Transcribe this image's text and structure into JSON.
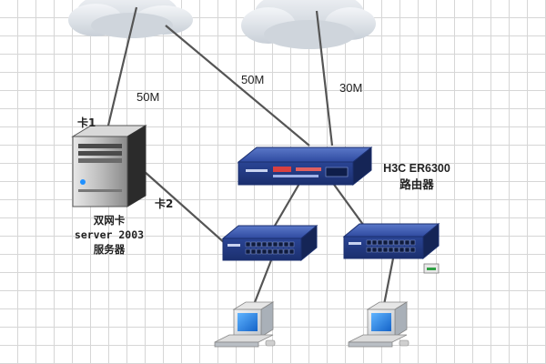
{
  "links": {
    "speed_left": "50M",
    "speed_mid": "50M",
    "speed_right": "30M"
  },
  "server": {
    "nic1_label": "卡1",
    "nic2_label": "卡2",
    "line1": "双网卡",
    "line2": "server 2003",
    "line3": "服务器"
  },
  "router": {
    "model": "H3C ER6300",
    "role": "路由器"
  },
  "colors": {
    "device_blue": "#2e4a9e",
    "link": "#555555",
    "cloud": "#d8dde3"
  }
}
